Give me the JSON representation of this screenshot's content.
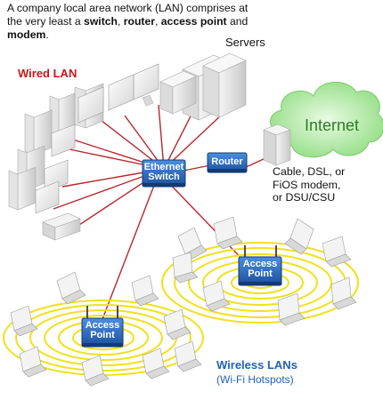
{
  "intro": {
    "part1": "A company local area network (LAN) comprises at the very least a ",
    "switch": "switch",
    "comma1": ", ",
    "router": "router",
    "comma2": ", ",
    "access_point": "access point",
    "and": " and ",
    "modem": "modem",
    "period": "."
  },
  "labels": {
    "wired_lan": "Wired LAN",
    "servers": "Servers",
    "internet": "Internet",
    "router": "Router",
    "switch_line1": "Ethernet",
    "switch_line2": "Switch",
    "ap_line1": "Access",
    "ap_line2": "Point",
    "modem_line1": "Cable, DSL, or",
    "modem_line2": "FiOS modem,",
    "modem_line3": "or DSU/CSU",
    "wireless_title": "Wireless LANs",
    "wireless_sub": "(Wi-Fi Hotspots)"
  },
  "colors": {
    "link_line": "#b8262c",
    "ring": "#f1e11b",
    "device_blue": "#1f63b5",
    "wired_label": "#c31818",
    "cloud": "#9be28f",
    "internet_text": "#2e7d26"
  }
}
